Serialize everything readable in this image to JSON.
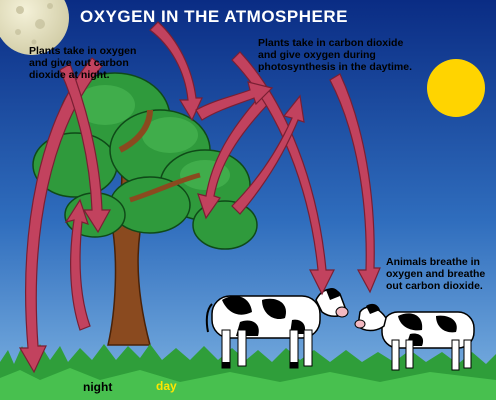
{
  "title": "OXYGEN IN THE ATMOSPHERE",
  "labels": {
    "night_text": "Plants take in oxygen\nand give out carbon\ndioxide at night.",
    "day_text": "Plants take in carbon dioxide\nand give oxygen during\nphotosynthesis in the daytime.",
    "animals_text": "Animals breathe in\noxygen and breathe\nout carbon dioxide.",
    "night": "night",
    "day": "day"
  },
  "colors": {
    "sky_top": "#0a2c84",
    "sky_bottom": "#6fa8dc",
    "sun": "#ffd400",
    "moon": "#e7e3c2",
    "arrow": "#c2425e",
    "grass": "#2f9e3a",
    "trunk": "#8a4a1f",
    "foliage": "#2f9a3c",
    "day_label": "#ffe600"
  },
  "icons": [
    "moon-icon",
    "sun-icon",
    "tree-icon",
    "cow-icon",
    "arrow-icon"
  ]
}
